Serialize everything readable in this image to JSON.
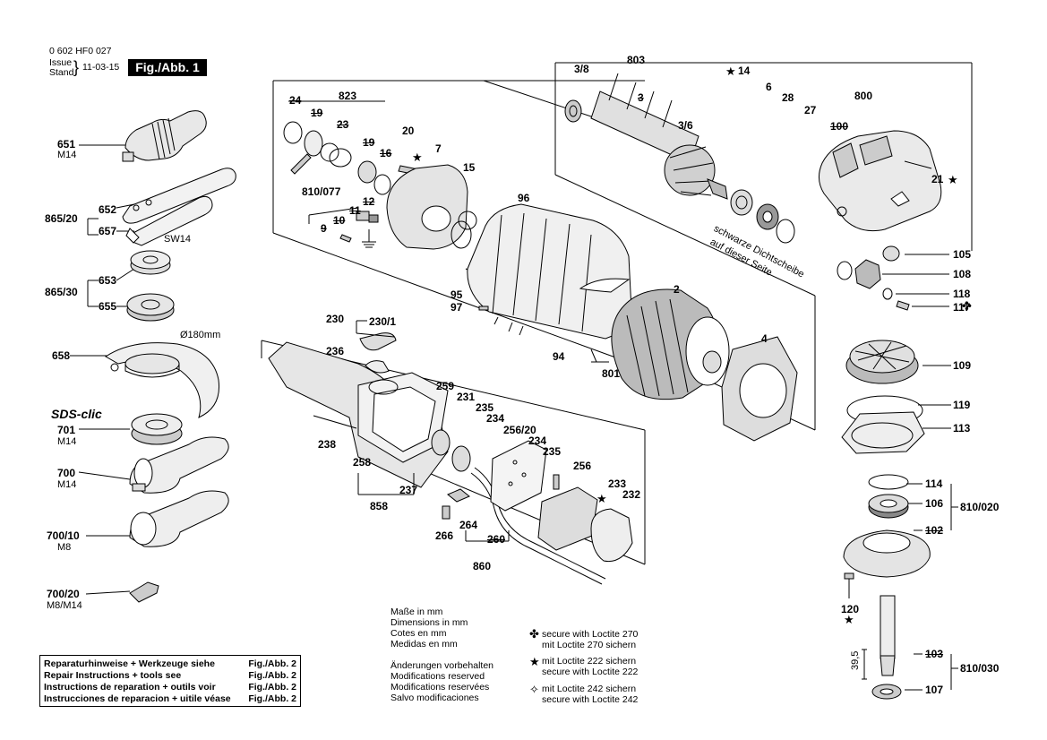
{
  "header": {
    "part_number": "0 602 HF0 027",
    "issue_label_1": "Issue",
    "issue_label_2": "Stand",
    "date": "11-03-15",
    "fig_label": "Fig./Abb. 1"
  },
  "labels": {
    "l651": "651",
    "l651s": "M14",
    "l865_20": "865/20",
    "l652": "652",
    "l657": "657",
    "sw14": "SW14",
    "l865_30": "865/30",
    "l653": "653",
    "l655": "655",
    "l658": "658",
    "d180": "Ø180mm",
    "sds": "SDS-clic",
    "l701": "701",
    "l701s": "M14",
    "l700": "700",
    "l700s": "M14",
    "l700_10": "700/10",
    "l700_10s": "M8",
    "l700_20": "700/20",
    "l700_20s": "M8/M14",
    "l24": "24",
    "l823": "823",
    "l19a": "19",
    "l23": "23",
    "l19b": "19",
    "l16": "16",
    "l20": "20",
    "l7": "7",
    "l15": "15",
    "l810_077": "810/077",
    "l12": "12",
    "l11": "11",
    "l10": "10",
    "l9": "9",
    "l96": "96",
    "l95": "95",
    "l97": "97",
    "l94": "94",
    "l801": "801",
    "l2": "2",
    "l3_8": "3/8",
    "l803": "803",
    "l3a": "3",
    "l3_6": "3/6",
    "l14": "14",
    "l6": "6",
    "l28": "28",
    "l27": "27",
    "l800": "800",
    "l100": "100",
    "l21": "21",
    "dicht1": "schwarze Dichtscheibe",
    "dicht2": "auf dieser Seite",
    "l105": "105",
    "l108": "108",
    "l118": "118",
    "l117": "117",
    "l4": "4",
    "l109": "109",
    "l119": "119",
    "l113": "113",
    "l114": "114",
    "l106": "106",
    "l102": "102",
    "l810_020": "810/020",
    "l120": "120",
    "l103": "103",
    "l107": "107",
    "l810_030": "810/030",
    "l39_5": "39,5",
    "l230": "230",
    "l230_1": "230/1",
    "l236": "236",
    "l259": "259",
    "l231": "231",
    "l235a": "235",
    "l234a": "234",
    "l256_20": "256/20",
    "l234b": "234",
    "l235b": "235",
    "l256": "256",
    "l233": "233",
    "l232": "232",
    "l238": "238",
    "l258": "258",
    "l237": "237",
    "l858": "858",
    "l266": "266",
    "l264": "264",
    "l260": "260",
    "l860": "860"
  },
  "notes": {
    "dims": [
      "Maße in mm",
      "Dimensions in mm",
      "Cotes en mm",
      "Medidas en mm"
    ],
    "mods": [
      "Änderungen vorbehalten",
      "Modifications reserved",
      "Modifications reservées",
      "Salvo modificaciones"
    ],
    "loctite270": [
      "secure with Loctite 270",
      "mit Loctite 270 sichern"
    ],
    "loctite222": [
      "mit Loctite 222 sichern",
      "secure with Loctite 222"
    ],
    "loctite242": [
      "mit Loctite 242 sichern",
      "secure with Loctite 242"
    ]
  },
  "repair": [
    {
      "text": "Reparaturhinweise + Werkzeuge siehe",
      "ref": "Fig./Abb. 2"
    },
    {
      "text": "Repair Instructions + tools see",
      "ref": "Fig./Abb. 2"
    },
    {
      "text": "Instructions de reparation + outils voir",
      "ref": "Fig./Abb. 2"
    },
    {
      "text": "Instrucciones de reparacion + uitile véase",
      "ref": "Fig./Abb. 2"
    }
  ]
}
